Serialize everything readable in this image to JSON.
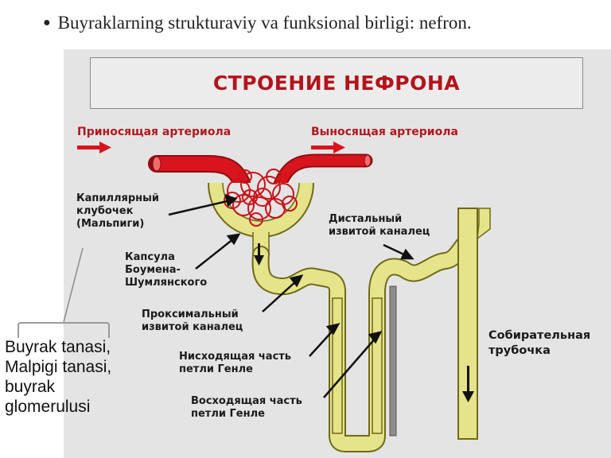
{
  "slide": {
    "heading": "Buyraklarning strukturaviy va funksional birligi: nefron."
  },
  "diagram": {
    "title": "СТРОЕНИЕ НЕФРОНА",
    "afferent_label": "Приносящая артериола",
    "efferent_label": "Выносящая артериола",
    "glomerulus_label": [
      "Капиллярный",
      "клубочек",
      "(Мальпиги)"
    ],
    "capsule_label": [
      "Капсула",
      "Боумена-",
      "Шумлянского"
    ],
    "proximal_label": [
      "Проксимальный",
      "извитой каналец"
    ],
    "descending_label": [
      "Нисходящая часть",
      "петли Генле"
    ],
    "ascending_label": [
      "Восходящая часть",
      "петли Генле"
    ],
    "distal_label": [
      "Дистальный",
      "извитой каналец"
    ],
    "collecting_label": [
      "Собирательная",
      "трубочка"
    ],
    "colors": {
      "tubule": "#e6e48a",
      "tubule_outline": "#6f6a18",
      "vessel": "#d8141c",
      "loop_duct": "#8c8c8c",
      "arrow": "#111111"
    }
  },
  "annotation": {
    "note_lines": [
      "Buyrak tanasi,",
      "Malpigi tanasi,",
      "buyrak",
      "glomerulusi"
    ]
  }
}
